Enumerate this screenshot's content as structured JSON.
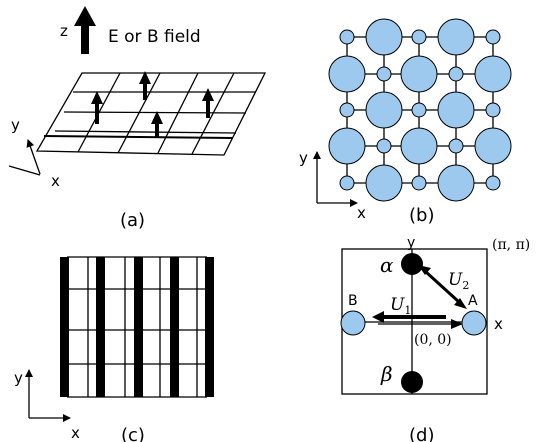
{
  "colors": {
    "circle_fill": "#9dc9ee",
    "ink": "#000000"
  },
  "panel_a": {
    "caption": "(a)",
    "field_axis": "z",
    "field_label": "E or B field",
    "axis_y": "y",
    "axis_x": "x"
  },
  "panel_b": {
    "caption": "(b)",
    "axis_y": "y",
    "axis_x": "x"
  },
  "panel_c": {
    "caption": "(c)",
    "axis_y": "y",
    "axis_x": "x"
  },
  "panel_d": {
    "caption": "(d)",
    "axis_y": "y",
    "axis_x": "x",
    "corner_label": "(π, π)",
    "origin_label": "(0, 0)",
    "alpha": "α",
    "beta": "β",
    "point_a": "A",
    "point_b": "B",
    "u1": "U",
    "u1_sub": "1",
    "u2": "U",
    "u2_sub": "2"
  }
}
